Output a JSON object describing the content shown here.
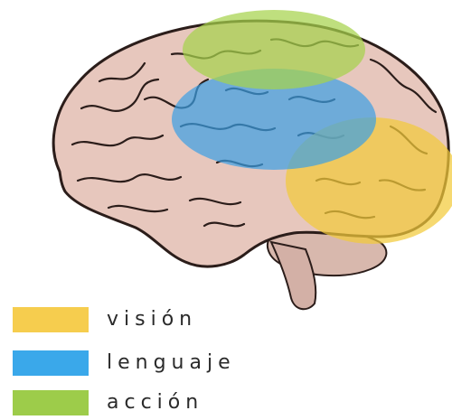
{
  "legend": {
    "items": [
      {
        "label": "visión",
        "color": "#f6cd4e"
      },
      {
        "label": "lenguaje",
        "color": "#3aa8ea"
      },
      {
        "label": "acción",
        "color": "#9dcc4a"
      }
    ]
  },
  "regions": {
    "vision_color": "#f2cb3a",
    "language_color": "#3aa0e6",
    "action_color": "#a6d24c"
  },
  "brain": {
    "fill": "#e7c7bd",
    "stroke": "#2b1d1a"
  }
}
